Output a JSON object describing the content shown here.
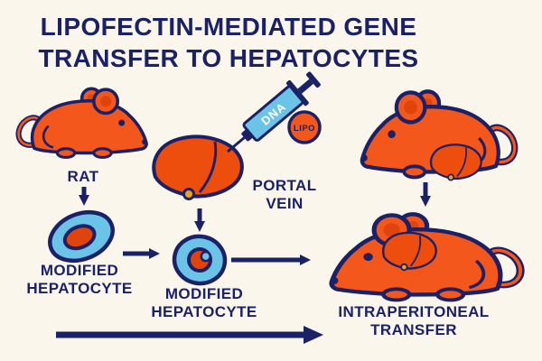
{
  "title": {
    "line1": "LIPOFECTIN-MEDIATED GENE",
    "line2": "TRANSFER TO HEPATOCYTES"
  },
  "labels": {
    "rat": "RAT",
    "modified_hepatocyte_1_line1": "MODIFIED",
    "modified_hepatocyte_1_line2": "HEPATOCYTE",
    "modified_hepatocyte_2_line1": "MODIFIED",
    "modified_hepatocyte_2_line2": "HEPATOCYTE",
    "portal_vein_line1": "PORTAL",
    "portal_vein_line2": "VEIN",
    "intraperitoneal_line1": "INTRAPERITONEAL",
    "intraperitoneal_line2": "TRANSFER",
    "syringe_contents": "DNA",
    "liposome": "LIPO"
  },
  "colors": {
    "background": "#FBF6EB",
    "ink_navy": "#1B2167",
    "orange": "#F3571B",
    "orange_dark": "#E1440B",
    "light_blue": "#6CC3E8",
    "liver_orange": "#ED4E0E",
    "gallbladder_yellow": "#ECA21D"
  }
}
